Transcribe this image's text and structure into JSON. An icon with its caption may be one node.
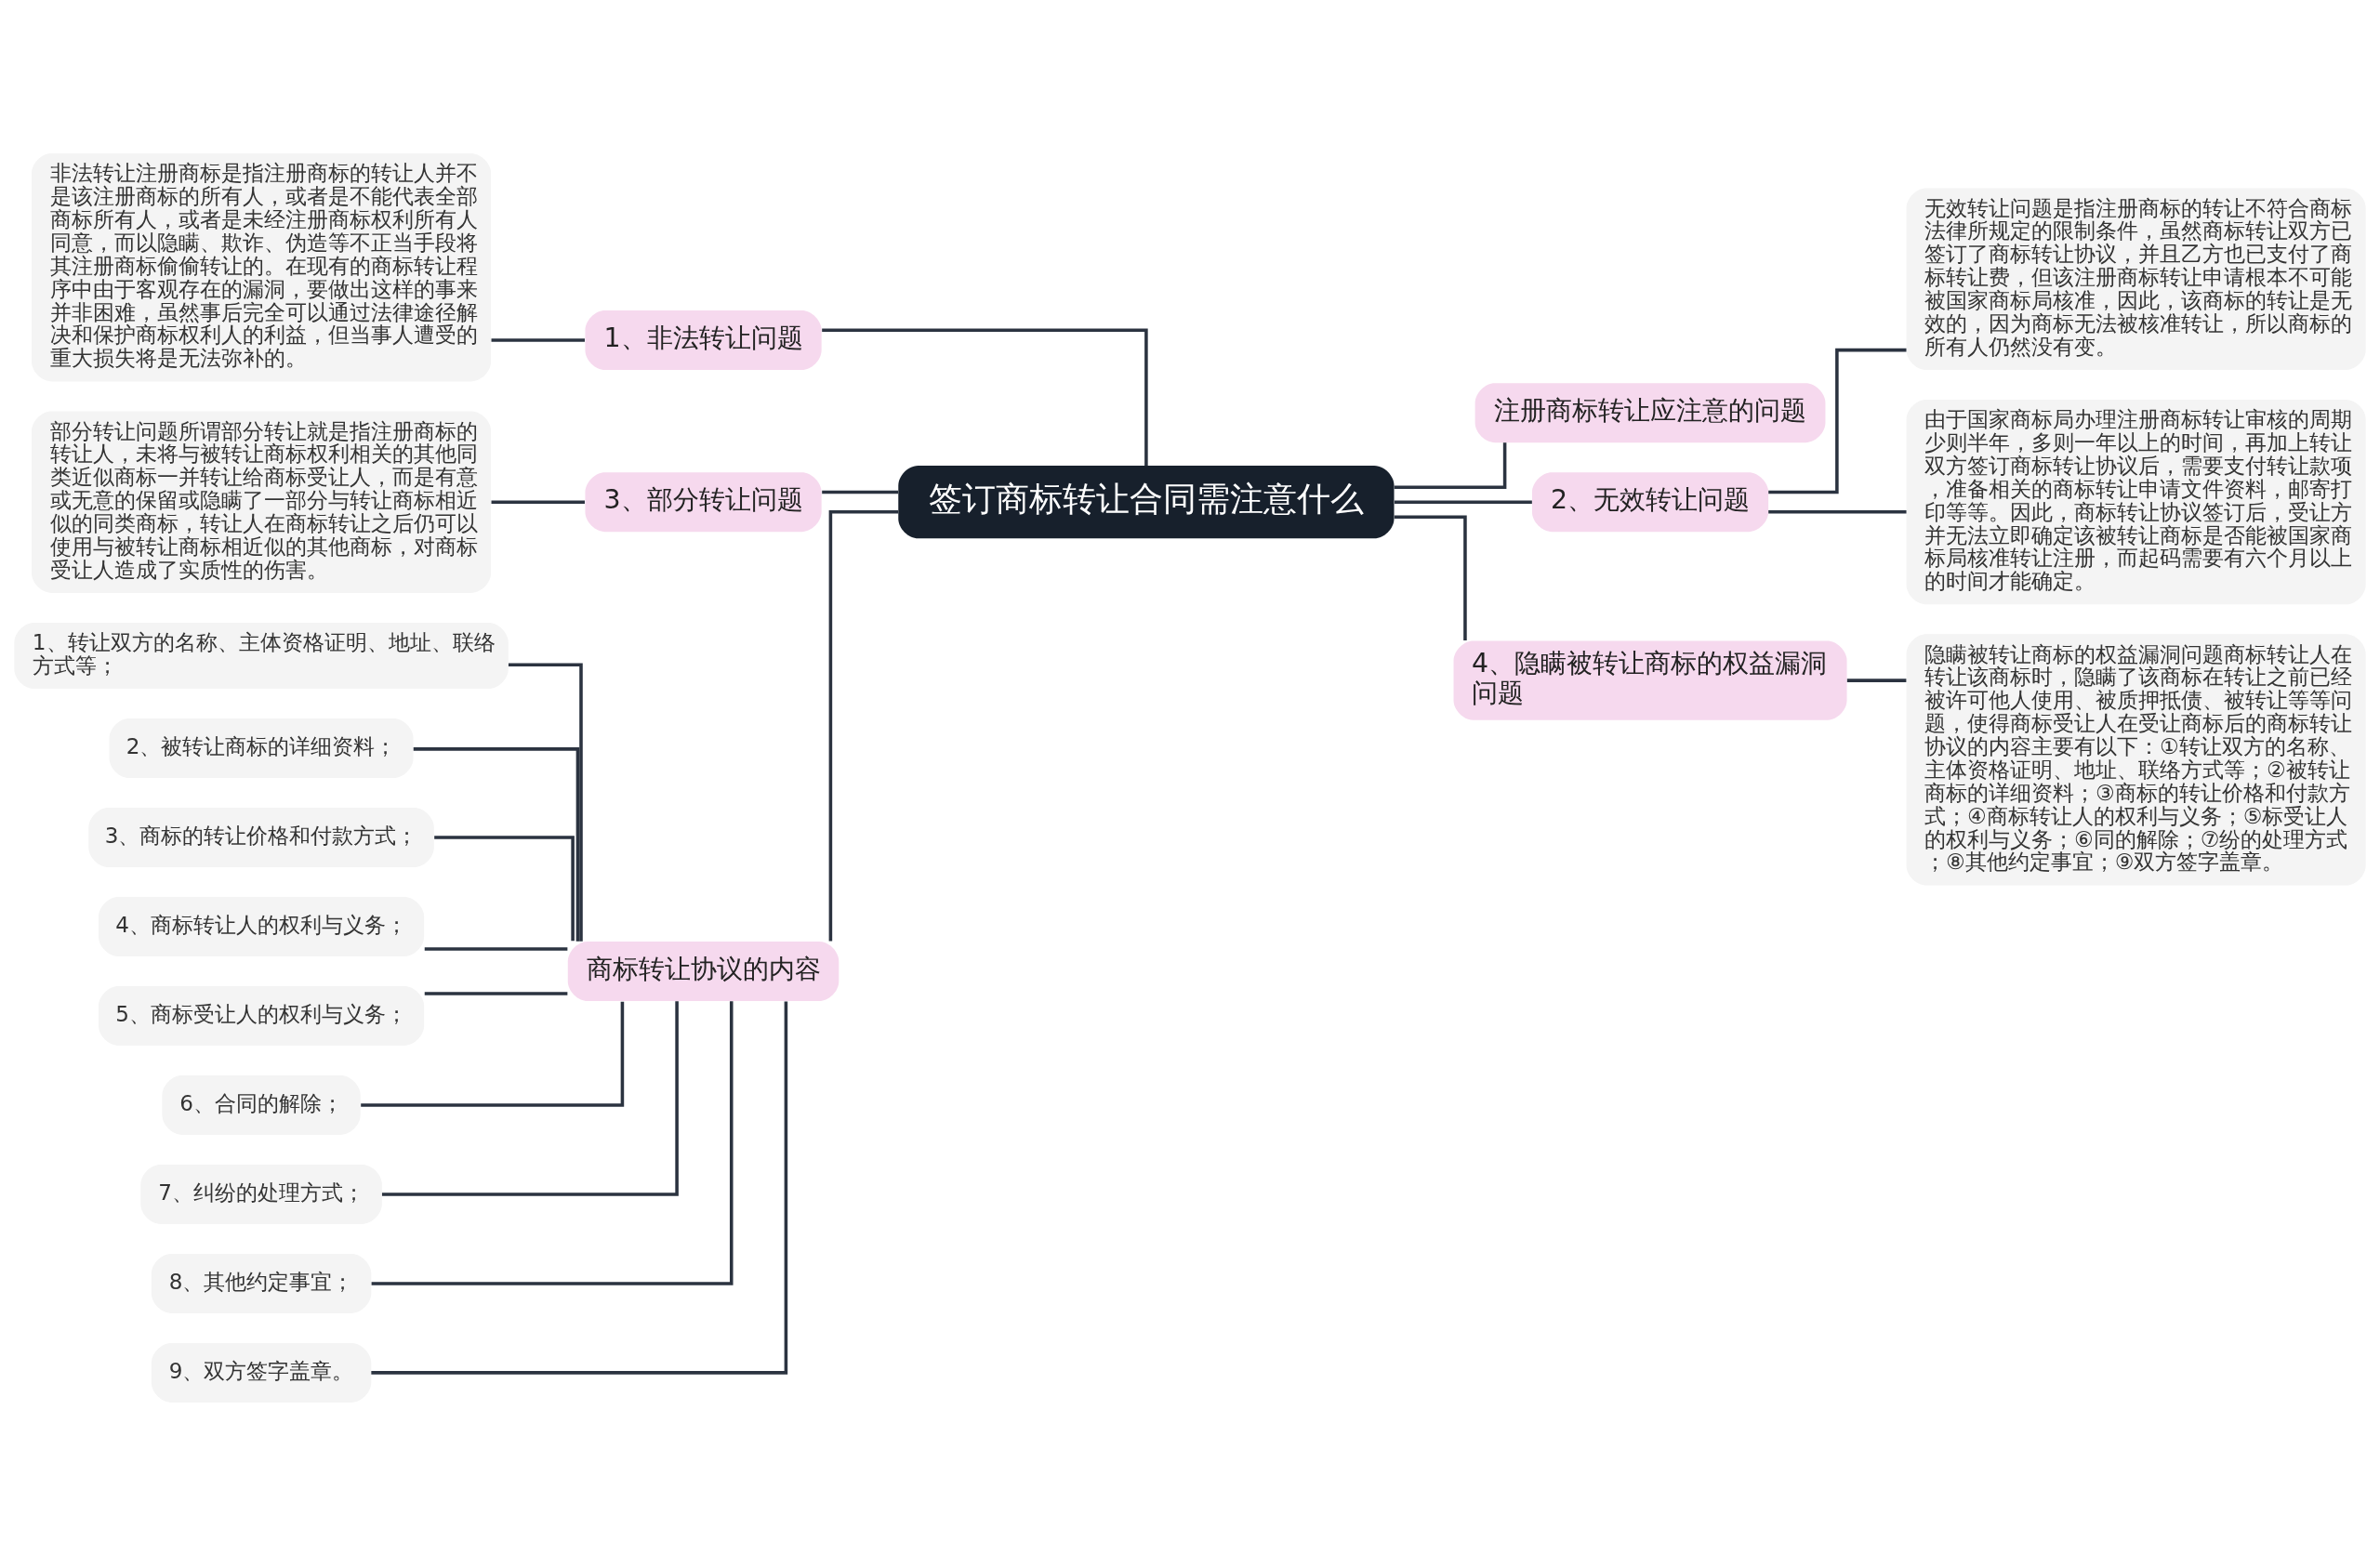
{
  "diagram": {
    "nodes": [
      {
        "text": [
          "签订商标转让合同需注意什么"
        ]
      },
      {
        "text": [
          "1、非法转让问题"
        ]
      },
      {
        "text": [
          "非法转让注册商标是指注册商标的转让人并不是该注册商标的所有人，或者是不能代表全部商标所有人，或者是未经注册商标权利所有人同意，而以隐瞒、欺诈、伪造等不正当手段将其注册商标偷偷转让的。在现有的商标转让程序中由于客观存在的漏洞，要做出这样的事来并非困难，虽然事后完全可以通过法律途径解决和保护商标权利人的利益，但当事人遭受的重大损失将是无法弥补的。"
        ]
      },
      {
        "text": [
          "3、部分转让问题"
        ]
      },
      {
        "text": [
          "部分转让问题所谓部分转让就是指注册商标的转让人，未将与被转让商标权利相关的其他同类近似商标一并转让给商标受让人，而是有意或无意的保留或隐瞒了一部分与转让商标相近似的同类商标，转让人在商标转让之后仍可以使用与被转让商标相近似的其他商标，对商标受让人造成了实质性的伤害。"
        ]
      },
      {
        "text": [
          "商标转让协议的内容"
        ]
      },
      {
        "text": [
          "1、转让双方的名称、主体资格证明、地址、联络方式等；"
        ]
      },
      {
        "text": [
          "2、被转让商标的详细资料；"
        ]
      },
      {
        "text": [
          "3、商标的转让价格和付款方式；"
        ]
      },
      {
        "text": [
          "4、商标转让人的权利与义务；"
        ]
      },
      {
        "text": [
          "5、商标受让人的权利与义务；"
        ]
      },
      {
        "text": [
          "6、合同的解除；"
        ]
      },
      {
        "text": [
          "7、纠纷的处理方式；"
        ]
      },
      {
        "text": [
          "8、其他约定事宜；"
        ]
      },
      {
        "text": [
          "9、双方签字盖章。"
        ]
      },
      {
        "text": [
          "注册商标转让应注意的问题"
        ]
      },
      {
        "text": [
          "2、无效转让问题"
        ]
      },
      {
        "text": [
          "无效转让问题是指注册商标的转让不符合商标法律所规定的限制条件，虽然商标转让双方已签订了商标转让协议，并且乙方也已支付了商标转让费，但该注册商标转让申请根本不可能被国家商标局核准，因此，该商标的转让是无效的，因为商标无法被核准转让，所以商标的所有人仍然没有变。"
        ]
      },
      {
        "text": [
          "由于国家商标局办理注册商标转让审核的周期少则半年，多则一年以上的时间，再加上转让双方签订商标转让协议后，需要支付转让款项，准备相关的商标转让申请文件资料，邮寄打印等等。因此，商标转让协议签订后，受让方并无法立即确定该被转让商标是否能被国家商标局核准转让注册，而起码需要有六个月以上的时间才能确定。"
        ]
      },
      {
        "text": [
          "4、隐瞒被转让商标的权益漏洞问题"
        ]
      },
      {
        "text": [
          "隐瞒被转让商标的权益漏洞问题商标转让人在转让该商标时，隐瞒了该商标在转让之前已经被许可他人使用、被质押抵债、被转让等等问题，使得商标受让人在受让商标后的商标转让协议的内容主要有以下：①转让双方的名称、主体资格证明、地址、联络方式等；②被转让商标的详细资料；③商标的转让价格和付款方式；④商标转让人的权利与义务；⑤标受让人的权利与义务；⑥同的解除；⑦纷的处理方式；⑧其他约定事宜；⑨双方签字盖章。"
        ]
      }
    ],
    "edges": [
      {
        "from": 0,
        "to": 1,
        "arrow": "none"
      },
      {
        "from": 1,
        "to": 2,
        "arrow": "none"
      },
      {
        "from": 0,
        "to": 3,
        "arrow": "none"
      },
      {
        "from": 3,
        "to": 4,
        "arrow": "none"
      },
      {
        "from": 0,
        "to": 5,
        "arrow": "none"
      },
      {
        "from": 5,
        "to": 6,
        "arrow": "none"
      },
      {
        "from": 5,
        "to": 7,
        "arrow": "none"
      },
      {
        "from": 5,
        "to": 8,
        "arrow": "none"
      },
      {
        "from": 5,
        "to": 9,
        "arrow": "none"
      },
      {
        "from": 5,
        "to": 10,
        "arrow": "none"
      },
      {
        "from": 5,
        "to": 11,
        "arrow": "none"
      },
      {
        "from": 5,
        "to": 12,
        "arrow": "none"
      },
      {
        "from": 5,
        "to": 13,
        "arrow": "none"
      },
      {
        "from": 5,
        "to": 14,
        "arrow": "none"
      },
      {
        "from": 0,
        "to": 15,
        "arrow": "none"
      },
      {
        "from": 0,
        "to": 16,
        "arrow": "none"
      },
      {
        "from": 16,
        "to": 17,
        "arrow": "none"
      },
      {
        "from": 16,
        "to": 18,
        "arrow": "none"
      },
      {
        "from": 0,
        "to": 19,
        "arrow": "none"
      },
      {
        "from": 19,
        "to": 20,
        "arrow": "none"
      }
    ]
  }
}
